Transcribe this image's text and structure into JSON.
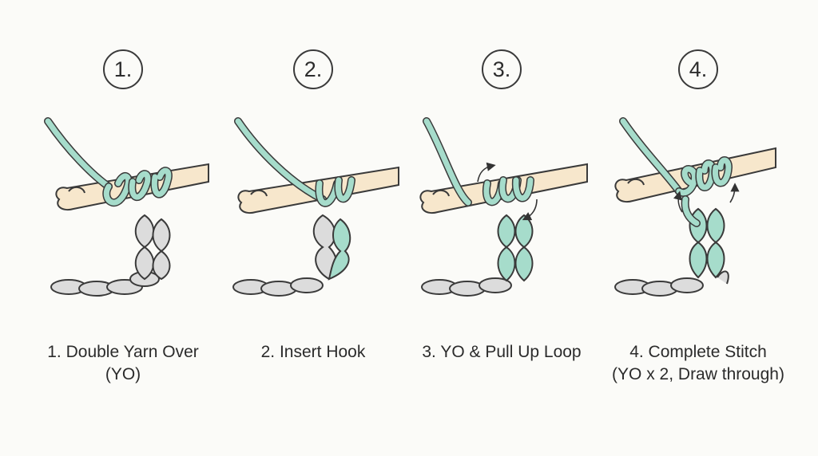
{
  "steps": [
    {
      "number": "1.",
      "caption_line1": "1. Double Yarn Over",
      "caption_line2": "(YO)"
    },
    {
      "number": "2.",
      "caption_line1": "2. Insert Hook",
      "caption_line2": ""
    },
    {
      "number": "3.",
      "caption_line1": "3. YO & Pull Up Loop",
      "caption_line2": ""
    },
    {
      "number": "4.",
      "caption_line1": "4. Complete Stitch",
      "caption_line2": "(YO x 2, Draw through)"
    }
  ],
  "colors": {
    "background": "#fbfbf8",
    "yarn_mint": "#a6dccb",
    "yarn_gray": "#dcdcdc",
    "hook": "#f7e7cc",
    "outline": "#3a3a3a"
  },
  "icons": [
    "crochet-hook-icon",
    "yarn-strand-icon",
    "chain-stitch-icon",
    "motion-arrow-icon"
  ]
}
